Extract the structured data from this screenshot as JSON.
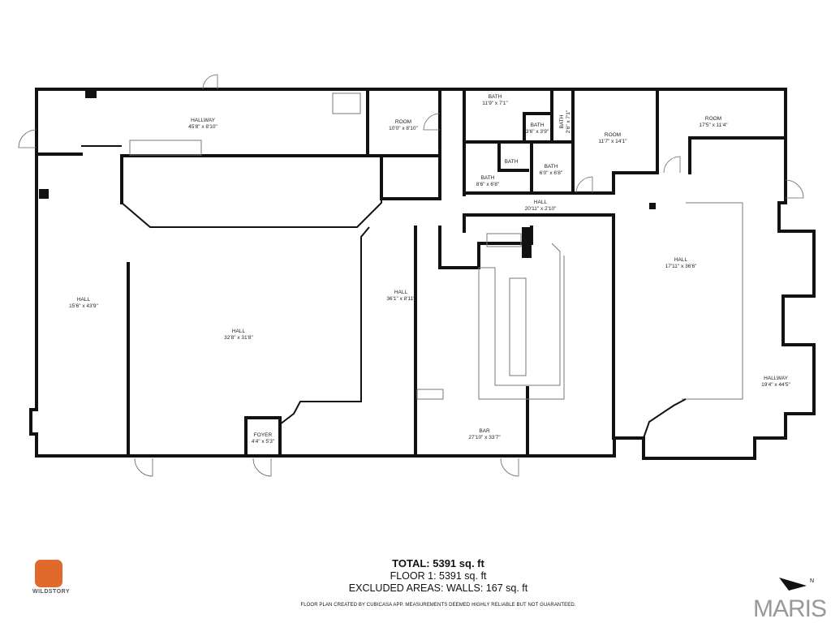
{
  "plan": {
    "rooms": [
      {
        "name": "HALLWAY",
        "size": "45'8\" x 8'10\""
      },
      {
        "name": "ROOM",
        "size": "10'0\" x 8'10\""
      },
      {
        "name": "BATH",
        "size": "11'9\" x 7'1\""
      },
      {
        "name": "BATH",
        "size": "3'6\" x 3'9\""
      },
      {
        "name": "BATH",
        "size": "2'6\" x 7'1\""
      },
      {
        "name": "ROOM",
        "size": "11'7\" x 14'1\""
      },
      {
        "name": "ROOM",
        "size": "17'5\" x 11'4\""
      },
      {
        "name": "BATH",
        "size": ""
      },
      {
        "name": "BATH",
        "size": "6'0\" x 6'8\""
      },
      {
        "name": "BATH",
        "size": "8'6\" x 6'8\""
      },
      {
        "name": "HALL",
        "size": "20'11\" x 2'10\""
      },
      {
        "name": "HALL",
        "size": "15'6\" x 43'9\""
      },
      {
        "name": "HALL",
        "size": "32'8\" x 31'8\""
      },
      {
        "name": "HALL",
        "size": "36'1\" x 8'11\""
      },
      {
        "name": "HALL",
        "size": "17'11\" x 36'6\""
      },
      {
        "name": "HALLWAY",
        "size": "19'4\" x 44'5\""
      },
      {
        "name": "BAR",
        "size": "27'10\" x 33'7\""
      },
      {
        "name": "FOYER",
        "size": "4'4\" x 5'3\""
      }
    ]
  },
  "summary": {
    "total": "TOTAL: 5391 sq. ft",
    "floor1": "FLOOR 1: 5391 sq. ft",
    "excluded": "EXCLUDED AREAS: WALLS: 167 sq. ft",
    "disclaimer": "FLOOR PLAN CREATED BY CUBICASA APP. MEASUREMENTS DEEMED HIGHLY RELIABLE BUT NOT GUARANTEED."
  },
  "branding": {
    "logo_text": "WILDSTORY",
    "watermark": "MARIS",
    "compass_label": "N",
    "logo_color": "#e06a2b"
  }
}
